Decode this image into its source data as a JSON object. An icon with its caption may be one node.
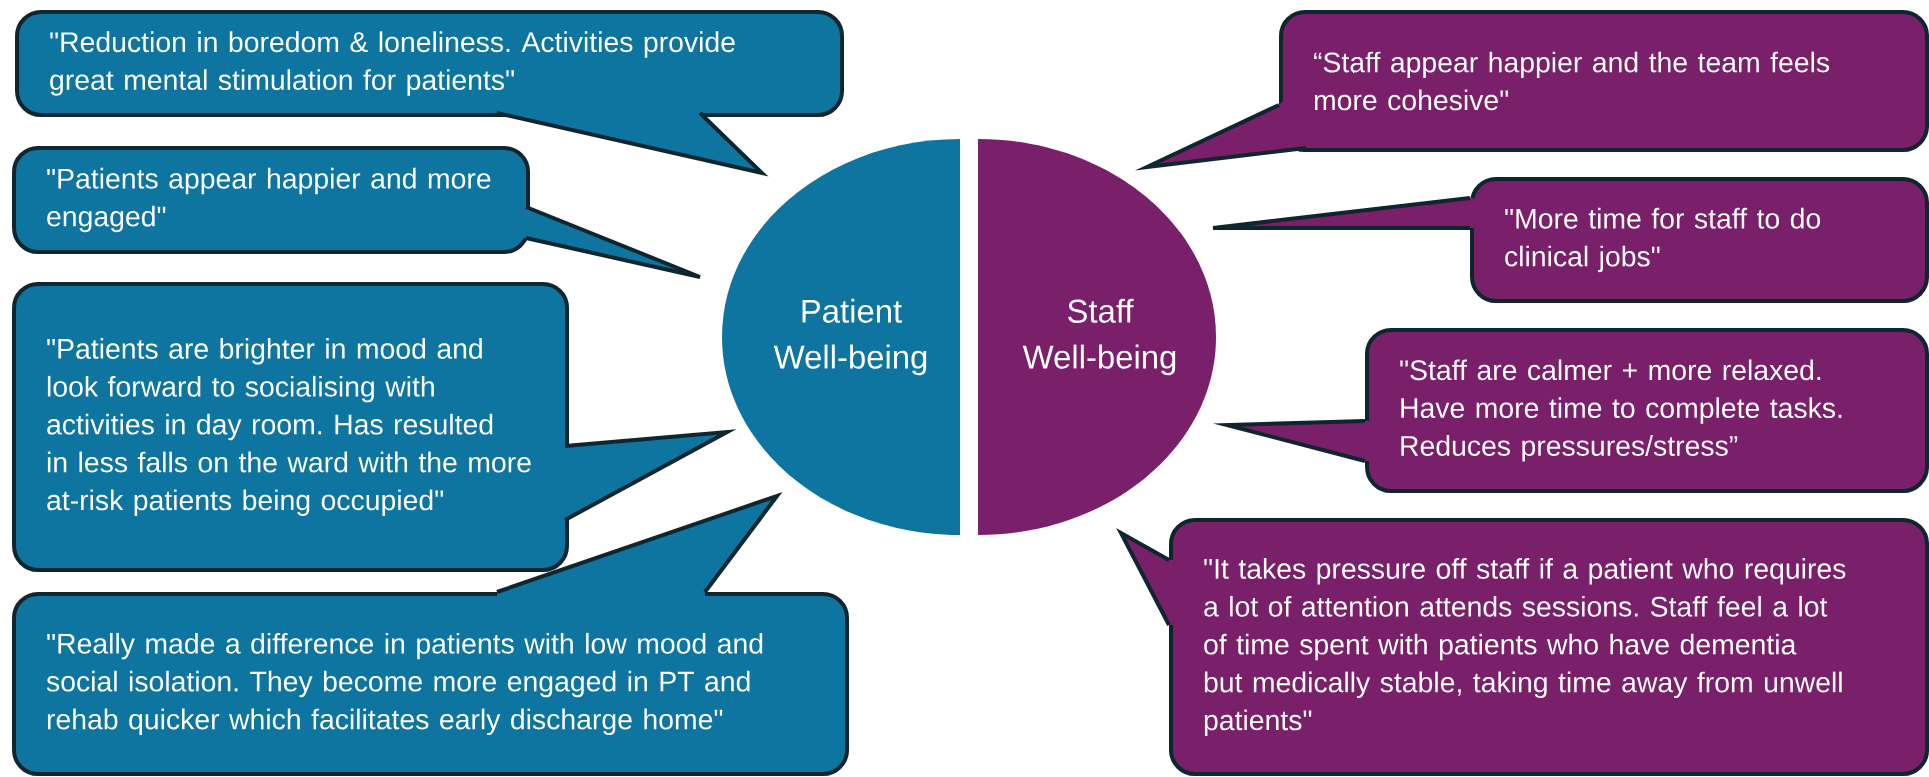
{
  "diagram": {
    "nodes": [
      {
        "text": [
          "Patient Well-being"
        ]
      },
      {
        "text": [
          "Staff Well-being"
        ]
      },
      {
        "text": [
          "\"Reduction in boredom & loneliness. Activities provide great mental stimulation for patients\""
        ]
      },
      {
        "text": [
          "\"Patients appear happier and more engaged\""
        ]
      },
      {
        "text": [
          "\"Patients are brighter in mood and look forward to socialising with activities in day room. Has resulted in less falls on the ward with the more at-risk patients being occupied\""
        ]
      },
      {
        "text": [
          "\"Really made a difference in patients with low mood and social isolation.  They become more engaged in PT and rehab quicker which facilitates early discharge home\""
        ]
      },
      {
        "text": [
          "“Staff appear happier and the team feels more cohesive\""
        ]
      },
      {
        "text": [
          "\"More time for staff to do clinical jobs\""
        ]
      },
      {
        "text": [
          "\"Staff are calmer + more relaxed. Have more time to complete tasks. Reduces pressures/stress”"
        ]
      },
      {
        "text": [
          "\"It takes pressure off staff if a patient who requires a lot of attention attends sessions. Staff feel a lot of time spent with patients who have dementia but medically stable, taking time away from unwell patients\""
        ]
      }
    ]
  }
}
